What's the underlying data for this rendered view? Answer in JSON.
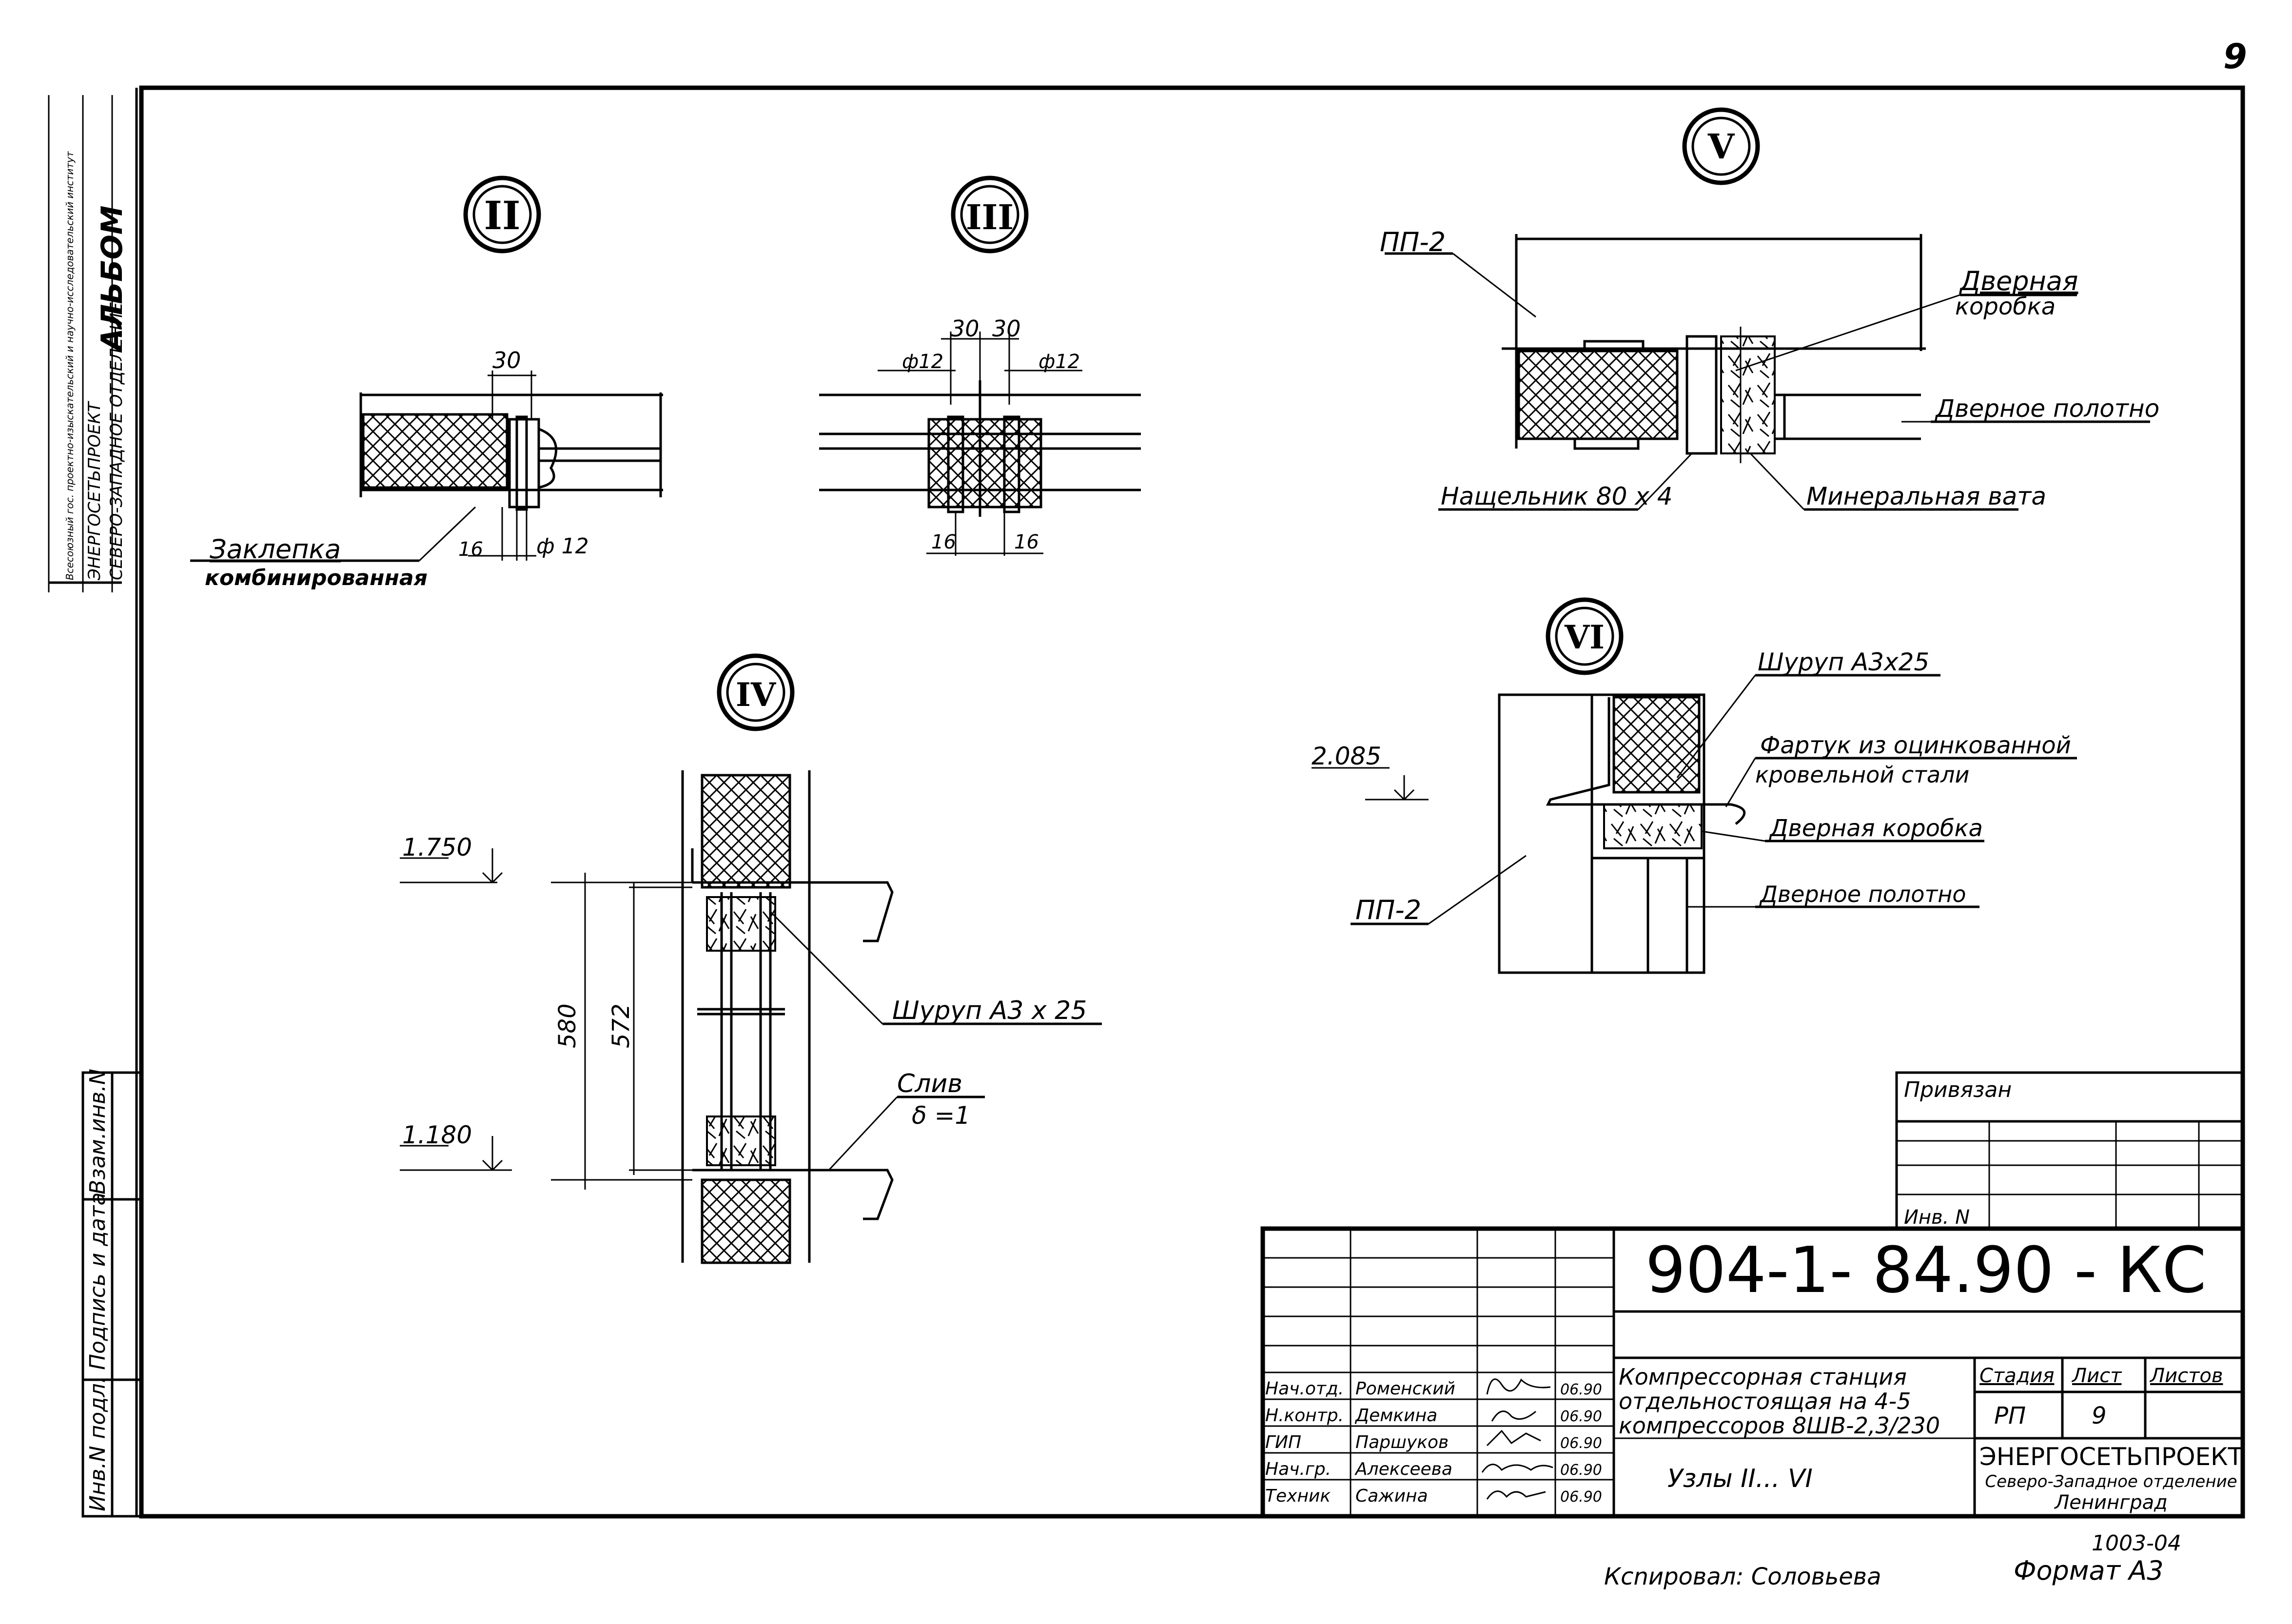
{
  "sheet": {
    "page_number": "9",
    "designation": "904-1- 84.90 - КС",
    "title_lines": [
      "Компрессорная станция",
      "отдельностоящая на 4-5",
      "компрессоров 8ШВ-2,3/230"
    ],
    "sheet_name": "Узлы II... VI",
    "privyazan": "Привязан",
    "inv_no_short": "Инв. N",
    "stage_hdr": "Стадия",
    "sheet_hdr": "Лист",
    "sheets_hdr": "Листов",
    "stage": "РП",
    "sheet_no": "9",
    "org_line1": "ЭНЕРГОСЕТЬПРОЕКТ",
    "org_line2": "Северо-Западное отделение",
    "org_line3": "Ленинград",
    "copied": "Ксnировал: Соловьева",
    "format": "Формат А3",
    "order_no": "1003-04"
  },
  "signatures": [
    {
      "role": "Нач.отд.",
      "name": "Роменский",
      "date": "06.90"
    },
    {
      "role": "Н.контр.",
      "name": "Демкина",
      "date": "06.90"
    },
    {
      "role": "ГИП",
      "name": "Паршуков",
      "date": "06.90"
    },
    {
      "role": "Нач.гр.",
      "name": "Алексеева",
      "date": "06.90"
    },
    {
      "role": "Техник",
      "name": "Сажина",
      "date": "06.90"
    }
  ],
  "side_stamp": {
    "col1": "Инв.N подл.",
    "col2": "Подпись и дата",
    "col3": "Взам.инв.N",
    "org_text": "СЕВЕРО-ЗАПАДНОЕ ОТДЕЛЕНИЕ",
    "org_text2": "ЭНЕРГОСЕТЬПРОЕКТ",
    "small_text": "Всесоюзный гос. проектно-изыскательский и научно-исследовательский институт",
    "archive": "АЛЬБОМ"
  },
  "node_labels": {
    "II": "II",
    "III": "III",
    "IV": "IV",
    "V": "V",
    "VI": "VI"
  },
  "node2": {
    "dim_top": "30",
    "dim_16": "16",
    "dim_phi": "ф 12",
    "note_l1": "Заклепка",
    "note_l2": "комбинированная"
  },
  "node3": {
    "dim_30a": "30",
    "dim_30b": "30",
    "phi_l": "ф12",
    "phi_r": "ф12",
    "dim_16a": "16",
    "dim_16b": "16"
  },
  "node4": {
    "level_top": "1.750",
    "level_bot": "1.180",
    "dim_580": "580",
    "dim_572": "572",
    "screw": "Шуруп А3 х 25",
    "sliv": "Слив",
    "delta": "δ =1"
  },
  "node5": {
    "pp2": "ПП-2",
    "door_box_l1": "Дверная",
    "door_box_l2": "коробка",
    "door_leaf": "Дверное полотно",
    "casing": "Нащельник 80 х 4",
    "mineral": "Минеральная вата"
  },
  "node6": {
    "level": "2.085",
    "screw": "Шуруп А3х25",
    "apron_l1": "Фартук из оцинкованной",
    "apron_l2": "кровельной стали",
    "door_box": "Дверная коробка",
    "door_leaf": "Дверное полотно",
    "pp2": "ПП-2"
  }
}
